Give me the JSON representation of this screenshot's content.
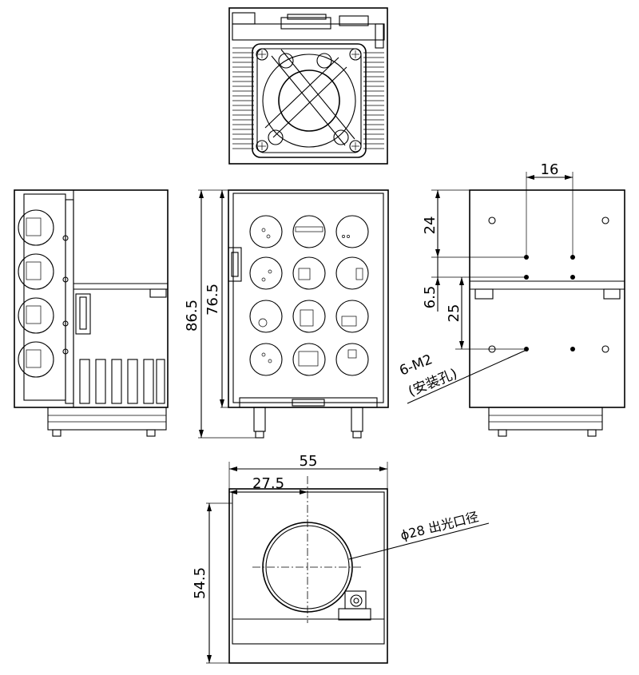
{
  "dimensions": {
    "height_total": "86.5",
    "height_body": "76.5",
    "hole_spacing_h": "16",
    "hole_top_offset": "24",
    "hole_gap": "6.5",
    "hole_lower_offset": "25",
    "width": "55",
    "half_width": "27.5",
    "depth": "54.5"
  },
  "annotations": {
    "mount_holes_line1": "6-M2",
    "mount_holes_line2": "(安装孔)",
    "aperture": "ϕ28 出光口径"
  }
}
